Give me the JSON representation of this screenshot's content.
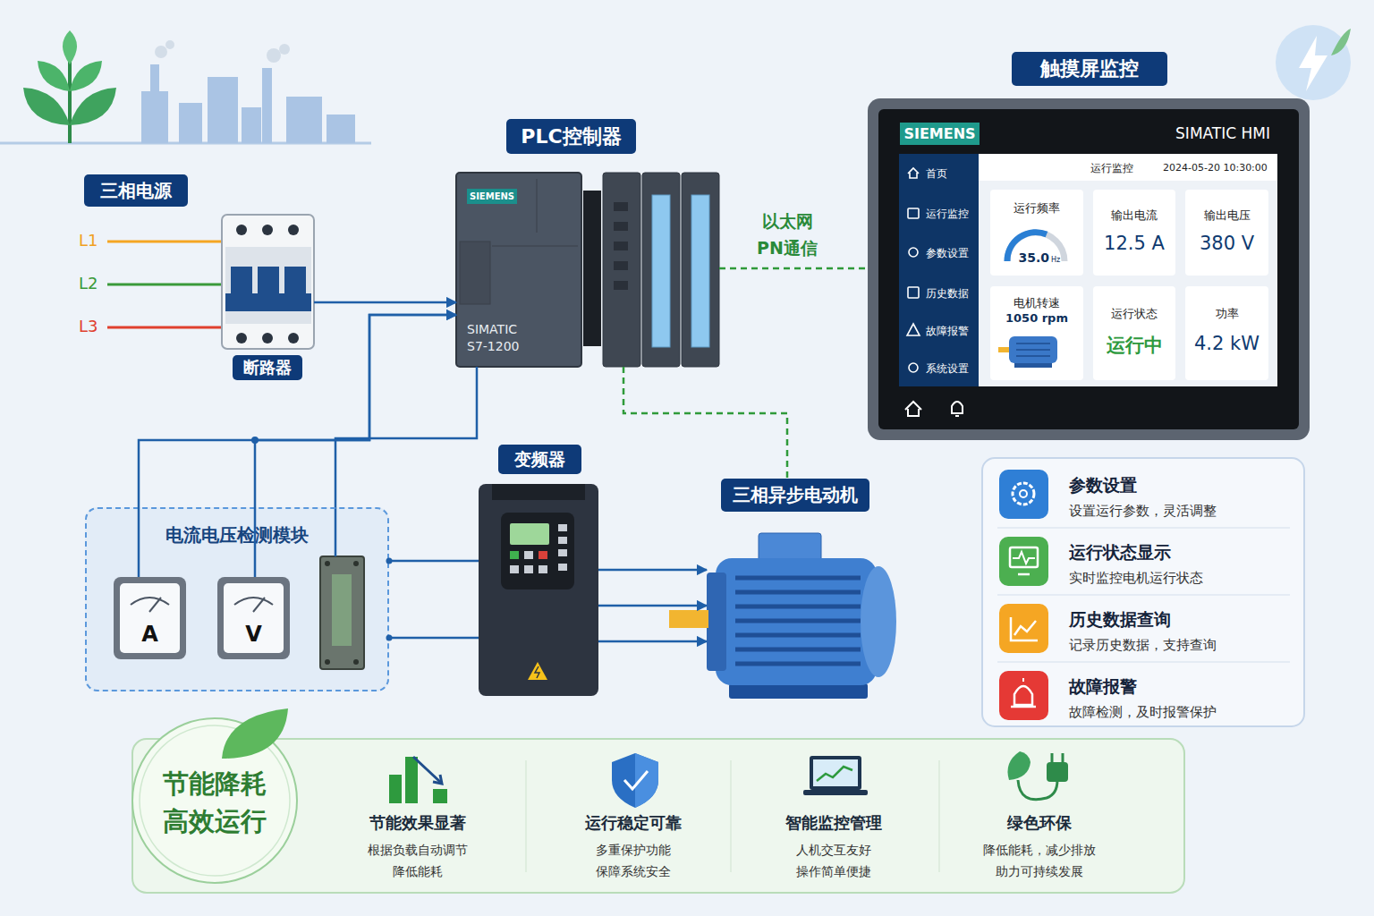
{
  "diagram": {
    "nodes": [
      {
        "text": [
          "断路器"
        ]
      },
      {
        "text": [
          "PLC控制器",
          "SIEMENS",
          "SIMATIC S7-1200"
        ]
      },
      {
        "text": [
          "触摸屏监控",
          "SIEMENS",
          "SIMATIC HMI"
        ]
      },
      {
        "text": [
          "运行频率",
          "35.0",
          "Hz"
        ],
        "in": 2
      },
      {
        "text": [
          "输出电流",
          "12.5 A"
        ],
        "in": 2
      },
      {
        "text": [
          "输出电压",
          "380 V"
        ],
        "in": 2
      },
      {
        "text": [
          "电机转速",
          "1050 rpm"
        ],
        "in": 2
      },
      {
        "text": [
          "运行状态",
          "运行中"
        ],
        "in": 2
      },
      {
        "text": [
          "功率",
          "4.2 kW"
        ],
        "in": 2
      },
      {
        "text": [
          "电流电压检测模块"
        ]
      },
      {
        "text": [
          "A"
        ],
        "in": 9
      },
      {
        "text": [
          "V"
        ],
        "in": 9
      },
      {
        "text": [
          "变频器"
        ]
      },
      {
        "text": [
          "三相异步电动机"
        ]
      },
      {
        "text": [
          "参数设置",
          "设置运行参数，灵活调整"
        ]
      },
      {
        "text": [
          "运行状态显示",
          "实时监控电机运行状态"
        ]
      },
      {
        "text": [
          "历史数据查询",
          "记录历史数据，支持查询"
        ]
      },
      {
        "text": [
          "故障报警",
          "故障检测，及时报警保护"
        ]
      },
      {
        "text": [
          "节能降耗 高效运行"
        ]
      },
      {
        "text": [
          "节能效果显著",
          "根据负载自动调节 降低能耗"
        ]
      },
      {
        "text": [
          "运行稳定可靠",
          "多重保护功能 保障系统安全"
        ]
      },
      {
        "text": [
          "智能监控管理",
          "人机交互友好 操作简单便捷"
        ]
      },
      {
        "text": [
          "绿色环保",
          "降低能耗，减少排放 助力可持续发展"
        ]
      }
    ],
    "edges": [
      {
        "from": 0,
        "to": 1,
        "arrow": "to"
      },
      {
        "from": 10,
        "to": 1,
        "arrow": "to"
      },
      {
        "from": 11,
        "to": 1,
        "arrow": "to"
      },
      {
        "from": 1,
        "to": 2,
        "label": "以太网 PN通信",
        "arrow": "none"
      },
      {
        "from": 1,
        "to": 13,
        "arrow": "none"
      },
      {
        "from": 9,
        "to": 12,
        "arrow": "none"
      },
      {
        "from": 9,
        "to": 12,
        "arrow": "none"
      },
      {
        "from": 12,
        "to": 13,
        "arrow": "to"
      },
      {
        "from": 12,
        "to": 13,
        "arrow": "to"
      },
      {
        "from": 12,
        "to": 13,
        "arrow": "to"
      }
    ],
    "labels": [
      "三相电源",
      "L1",
      "L2",
      "L3",
      "首页",
      "运行监控",
      "参数设置",
      "历史数据",
      "故障报警",
      "系统设置",
      "运行监控",
      "2024-05-20 10:30:00"
    ]
  }
}
